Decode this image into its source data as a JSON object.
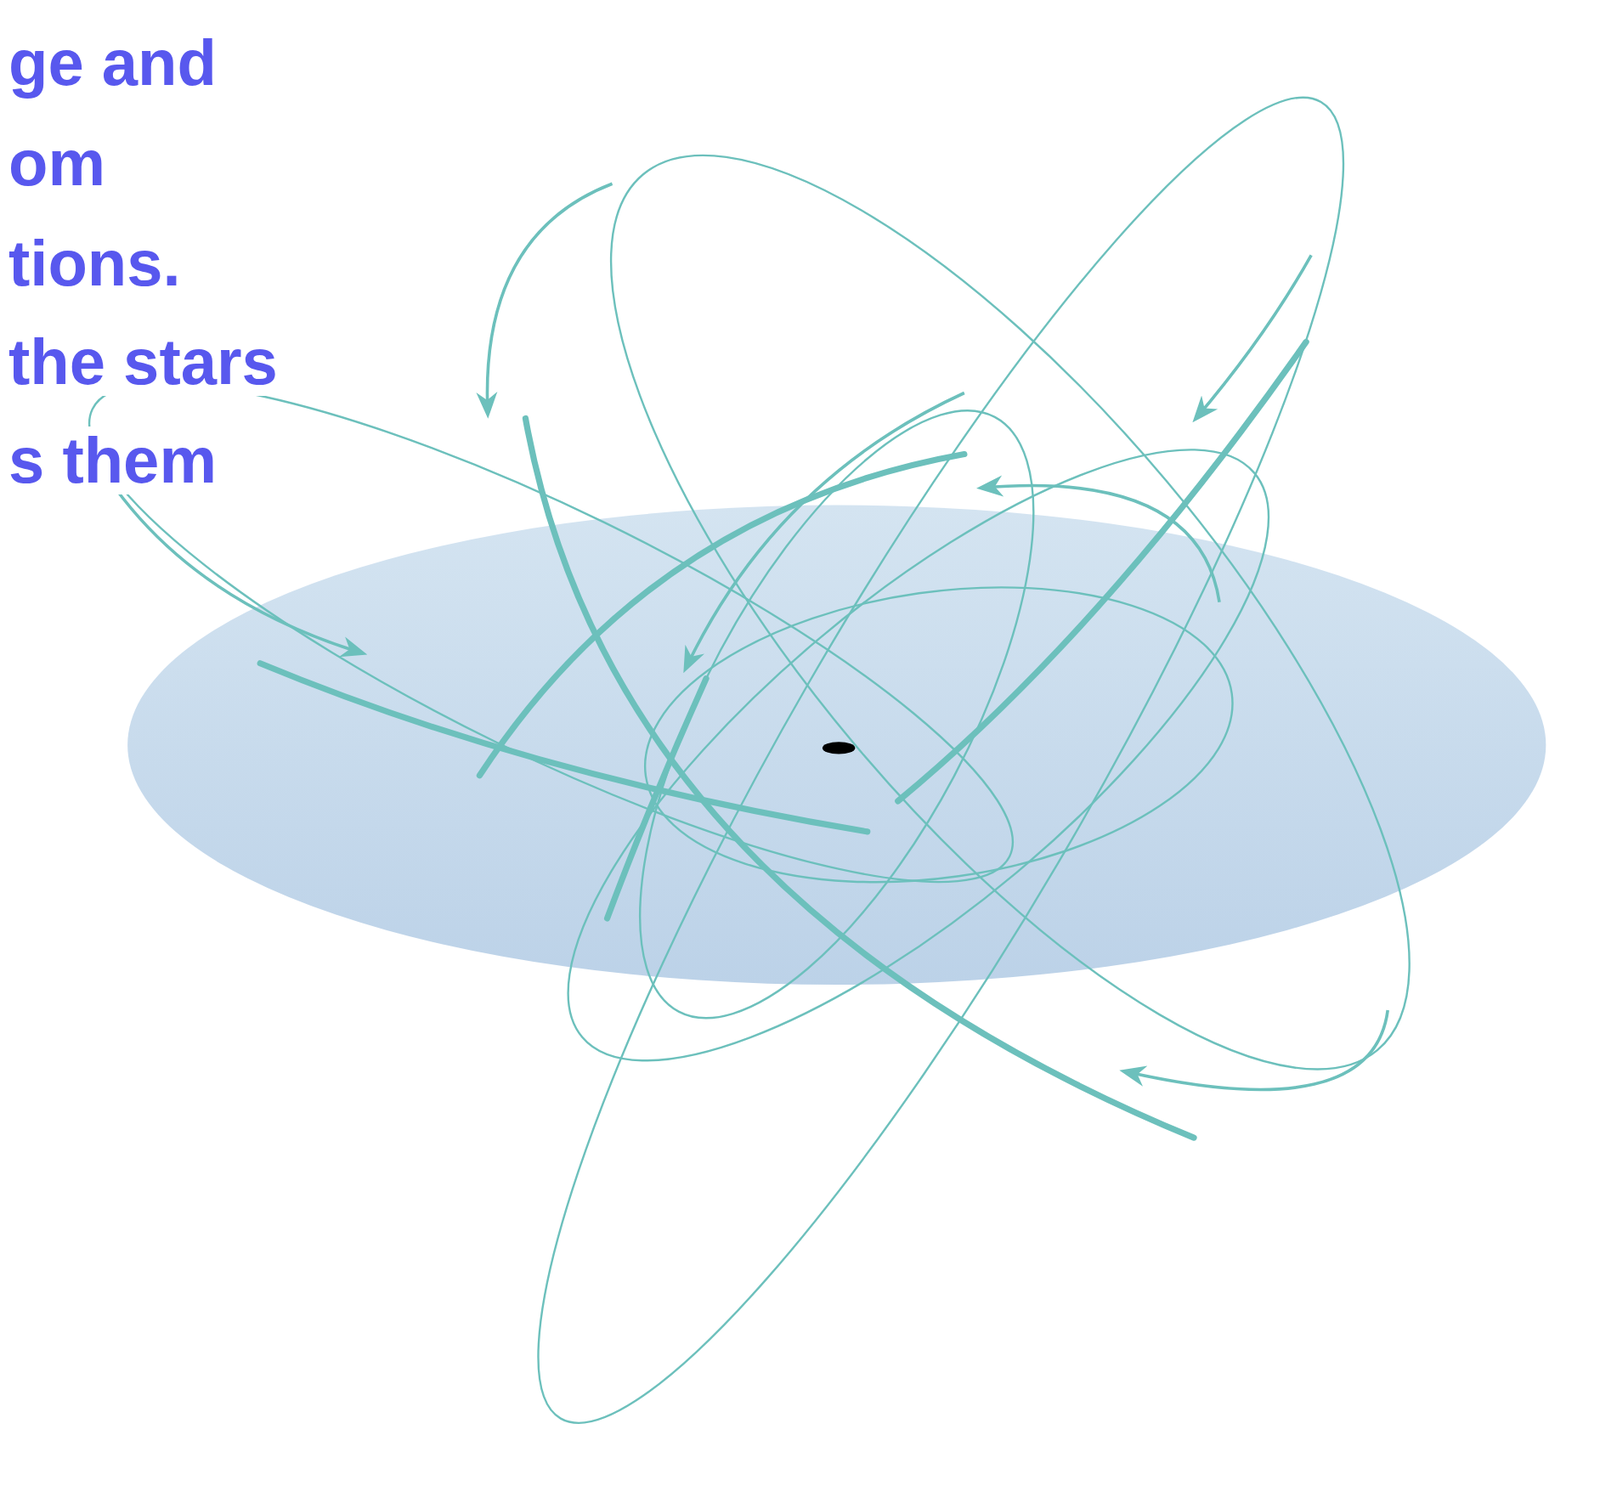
{
  "diagram": {
    "labels": [
      "ge and",
      "om",
      "tions.",
      "the stars",
      "s them"
    ]
  }
}
